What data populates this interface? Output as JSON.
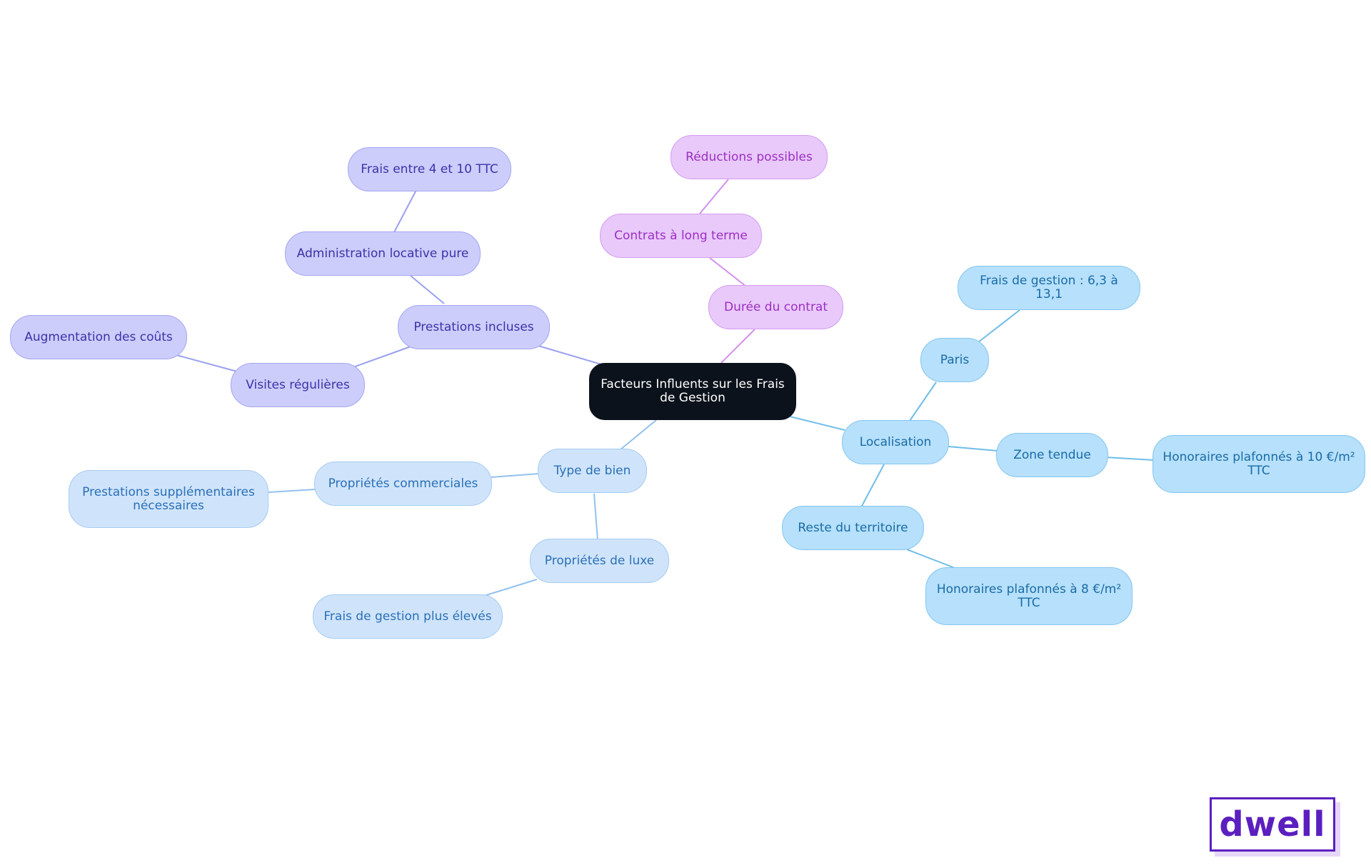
{
  "mindmap": {
    "root": "Facteurs Influents sur les Frais de Gestion",
    "prestations": {
      "label": "Prestations incluses",
      "admin": "Administration locative pure",
      "admin_fees": "Frais entre 4 et 10 TTC",
      "visites": "Visites régulières",
      "visites_cost": "Augmentation des coûts"
    },
    "duree": {
      "label": "Durée du contrat",
      "contrats": "Contrats à long terme",
      "reductions": "Réductions possibles"
    },
    "localisation": {
      "label": "Localisation",
      "paris": "Paris",
      "paris_fees": "Frais de gestion : 6,3 à 13,1",
      "zone": "Zone tendue",
      "zone_fees": "Honoraires plafonnés à 10 €/m² TTC",
      "reste": "Reste du territoire",
      "reste_fees": "Honoraires plafonnés à 8 €/m² TTC"
    },
    "type": {
      "label": "Type de bien",
      "commerciales": "Propriétés commerciales",
      "commerciales_note": "Prestations supplémentaires nécessaires",
      "luxe": "Propriétés de luxe",
      "luxe_fees": "Frais de gestion plus élevés"
    }
  },
  "colors": {
    "violet_edge": "#9aa0ee",
    "pink_edge": "#d38ff0",
    "lblue_edge": "#92c1ee",
    "cyan_edge": "#6fbde9"
  },
  "logo": {
    "text": "dwell"
  }
}
